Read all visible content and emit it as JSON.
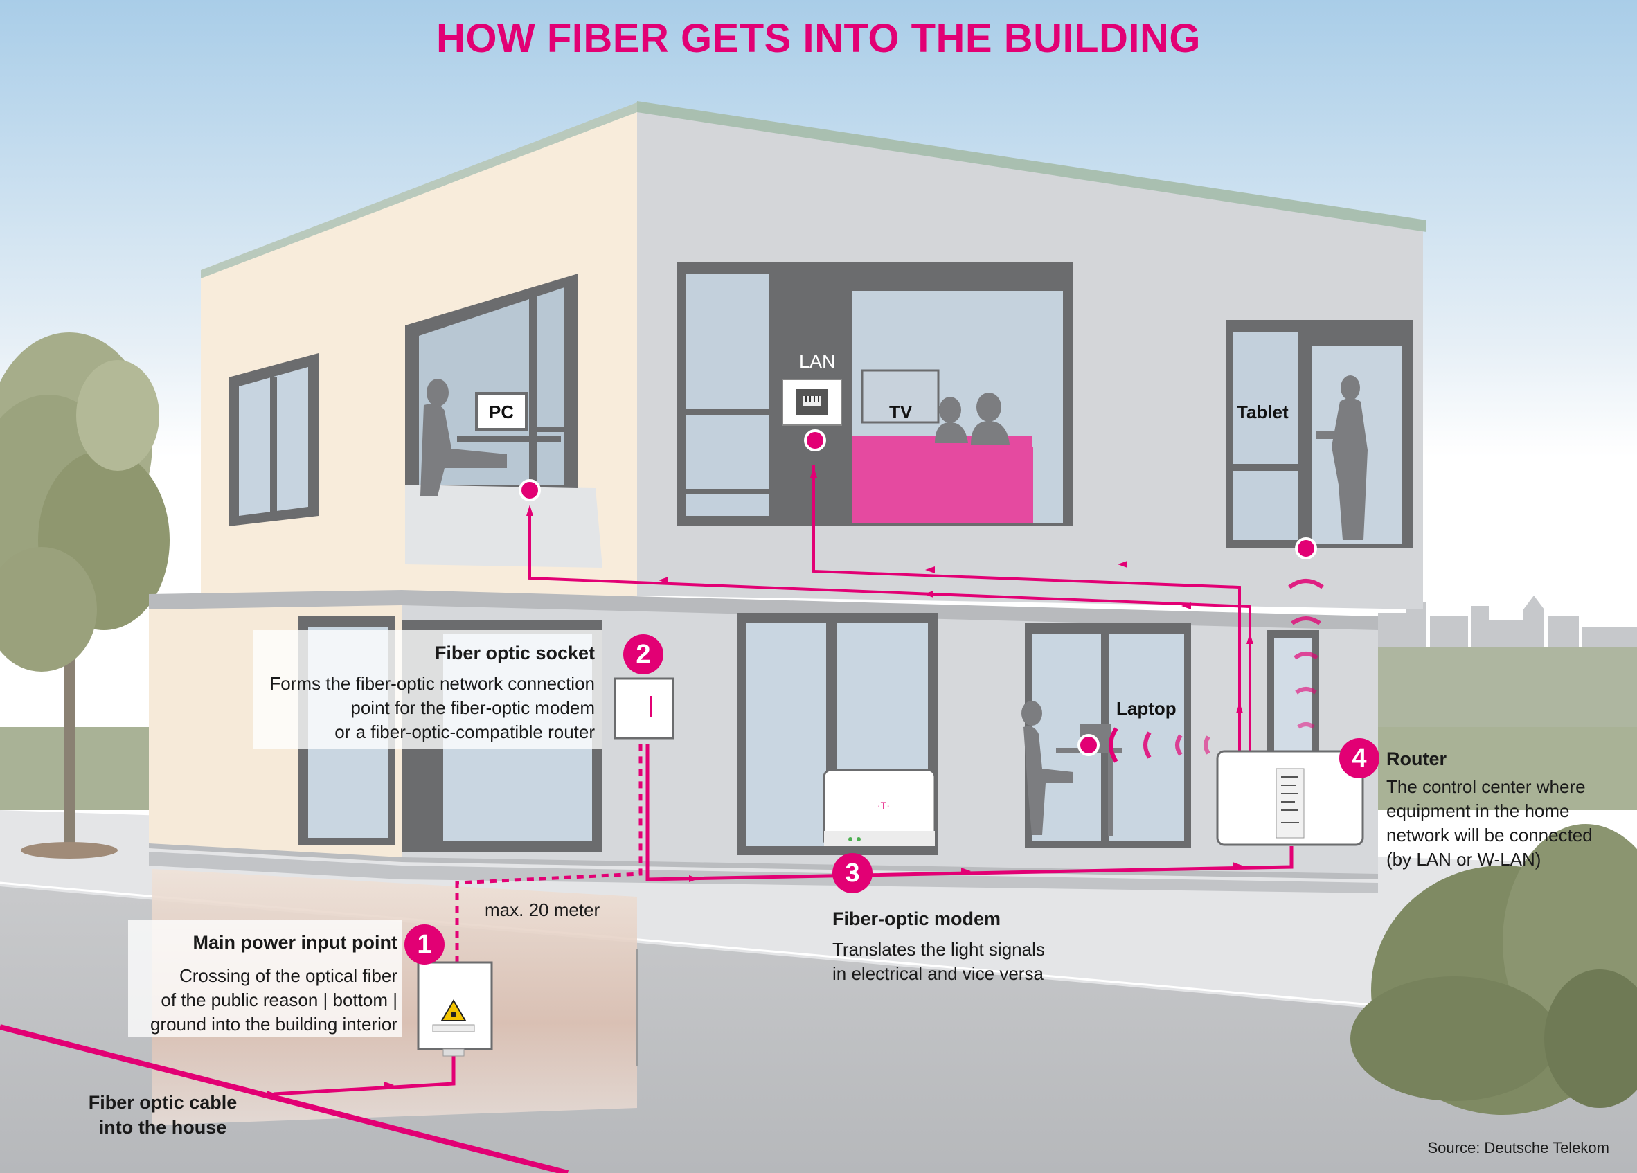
{
  "title": "HOW FIBER GETS INTO THE BUILDING",
  "colors": {
    "accent": "#e20074",
    "sky": "#b3d3ea",
    "facade_grey": "#d2d4d7",
    "facade_beige": "#f7ead8",
    "window_frame": "#6b6c6e",
    "tree": "#8e9a72"
  },
  "labels": {
    "pc": "PC",
    "lan": "LAN",
    "tv": "TV",
    "tablet": "Tablet",
    "laptop": "Laptop"
  },
  "steps": [
    {
      "number": "1",
      "title": "Main power input point",
      "lines": [
        "Crossing of the optical fiber",
        "of the public reason | bottom |",
        "ground into the building interior"
      ]
    },
    {
      "number": "2",
      "title": "Fiber optic socket",
      "lines": [
        "Forms the fiber-optic network connection",
        "point for the fiber-optic modem",
        "or a fiber-optic-compatible router"
      ]
    },
    {
      "number": "3",
      "title": "Fiber-optic modem",
      "lines": [
        "Translates the light signals",
        "in electrical and vice versa"
      ]
    },
    {
      "number": "4",
      "title": "Router",
      "lines": [
        "The control center where",
        "equipment in the home",
        "network will be connected",
        "(by LAN or W-LAN)"
      ]
    }
  ],
  "distance_label": "max. 20 meter",
  "cable_label": [
    "Fiber optic cable",
    "into the house"
  ],
  "source": "Source: Deutsche Telekom",
  "icons": [
    "laser-warning-icon",
    "ethernet-port-icon",
    "wifi-signal-icon",
    "telekom-logo-icon"
  ]
}
